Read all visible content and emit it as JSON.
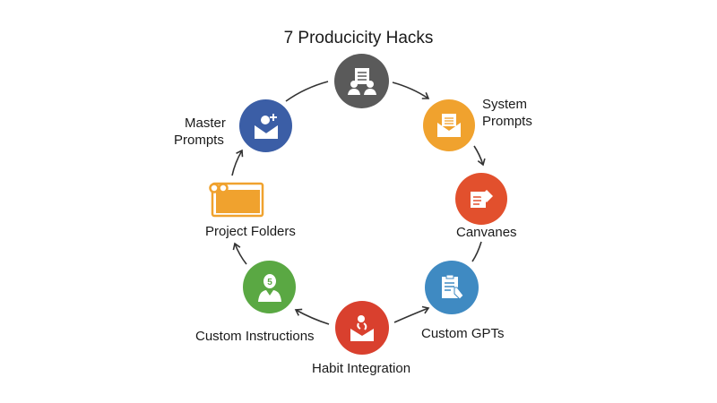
{
  "title": "7 Producicity Hacks",
  "nodes": [
    {
      "id": "top",
      "label": "",
      "icon": "meeting-document-icon",
      "color": "#5a5a5a"
    },
    {
      "id": "system-prompts",
      "label_line1": "System",
      "label_line2": "Prompts",
      "icon": "envelope-notepad-icon",
      "color": "#f0a22e"
    },
    {
      "id": "canvases",
      "label": "Canvanes",
      "icon": "document-eraser-icon",
      "color": "#e2502d"
    },
    {
      "id": "custom-gpts",
      "label": "Custom GPTs",
      "icon": "clipboard-hand-icon",
      "color": "#3f8ac2"
    },
    {
      "id": "habit-integration",
      "label": "Habit Integration",
      "icon": "envelope-plant-icon",
      "color": "#d9402e"
    },
    {
      "id": "custom-instructions",
      "label": "Custom Instructions",
      "icon": "person-badge-icon",
      "color": "#5aa843",
      "badge": "5"
    },
    {
      "id": "project-folders",
      "label": "Project Folders",
      "icon": "folder-window-icon",
      "color": "#f0a22e"
    },
    {
      "id": "master-prompts",
      "label_line1": "Master",
      "label_line2": "Prompts",
      "icon": "envelope-user-add-icon",
      "color": "#3b5ea6"
    }
  ]
}
